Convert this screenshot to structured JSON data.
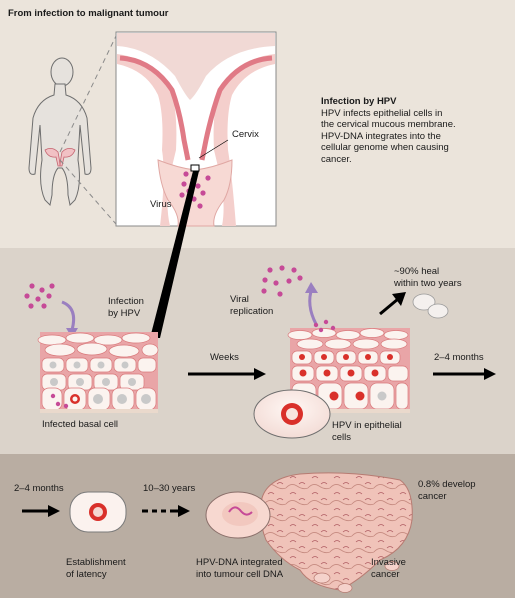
{
  "title": "From infection to malignant tumour",
  "info": {
    "heading": "Infection by HPV",
    "lines": [
      "HPV infects epithelial cells in",
      "the cervical mucous membrane.",
      "HPV-DNA integrates into the",
      "cellular genome when causing",
      "cancer."
    ]
  },
  "labels": {
    "cervix": "Cervix",
    "virus": "Virus",
    "infection_by_hpv": [
      "Infection",
      "by HPV"
    ],
    "viral_replication": [
      "Viral",
      "replication"
    ],
    "heal": [
      "~90% heal",
      "within two years"
    ],
    "weeks": "Weeks",
    "months_1": "2–4 months",
    "infected_basal_cell": "Infected basal cell",
    "hpv_in_epithelial": [
      "HPV in epithelial",
      "cells"
    ],
    "months_2": "2–4 months",
    "years": "10–30 years",
    "develop_cancer": [
      "0.8% develop",
      "cancer"
    ],
    "latency": [
      "Establishment",
      "of latency"
    ],
    "hpv_dna": [
      "HPV-DNA integrated",
      "into tumour cell DNA"
    ],
    "invasive": [
      "Invasive",
      "cancer"
    ]
  },
  "colors": {
    "band_top": "#ebe4db",
    "band_middle": "#dbd3ca",
    "band_bottom": "#b9ada2",
    "virus": "#c64a97",
    "tissue_pink": "#e9a5a7",
    "nucleus_red": "#d9302a",
    "arrow_purple": "#9a7fc0"
  }
}
